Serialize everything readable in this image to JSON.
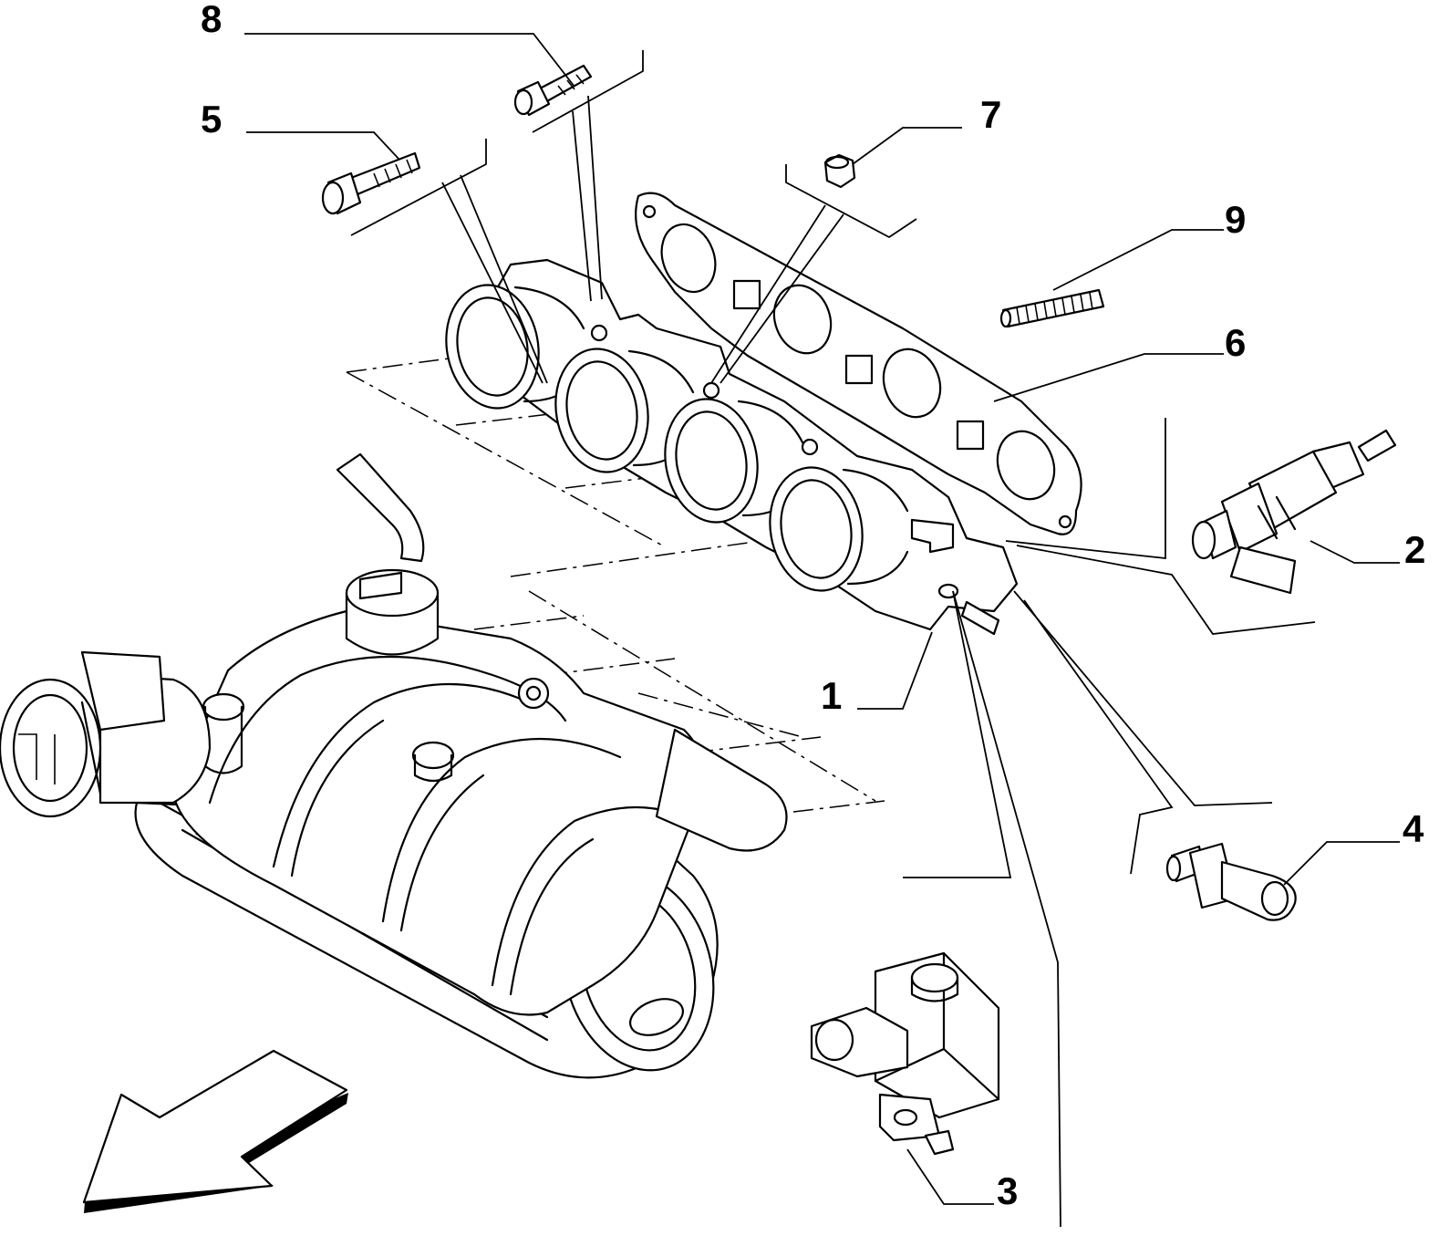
{
  "callouts": {
    "c1": "1",
    "c2": "2",
    "c3": "3",
    "c4": "4",
    "c5": "5",
    "c6": "6",
    "c7": "7",
    "c8": "8",
    "c9": "9"
  },
  "colors": {
    "ink": "#000000",
    "background": "#ffffff"
  },
  "icons": {
    "direction": "front-direction-arrow-icon"
  }
}
